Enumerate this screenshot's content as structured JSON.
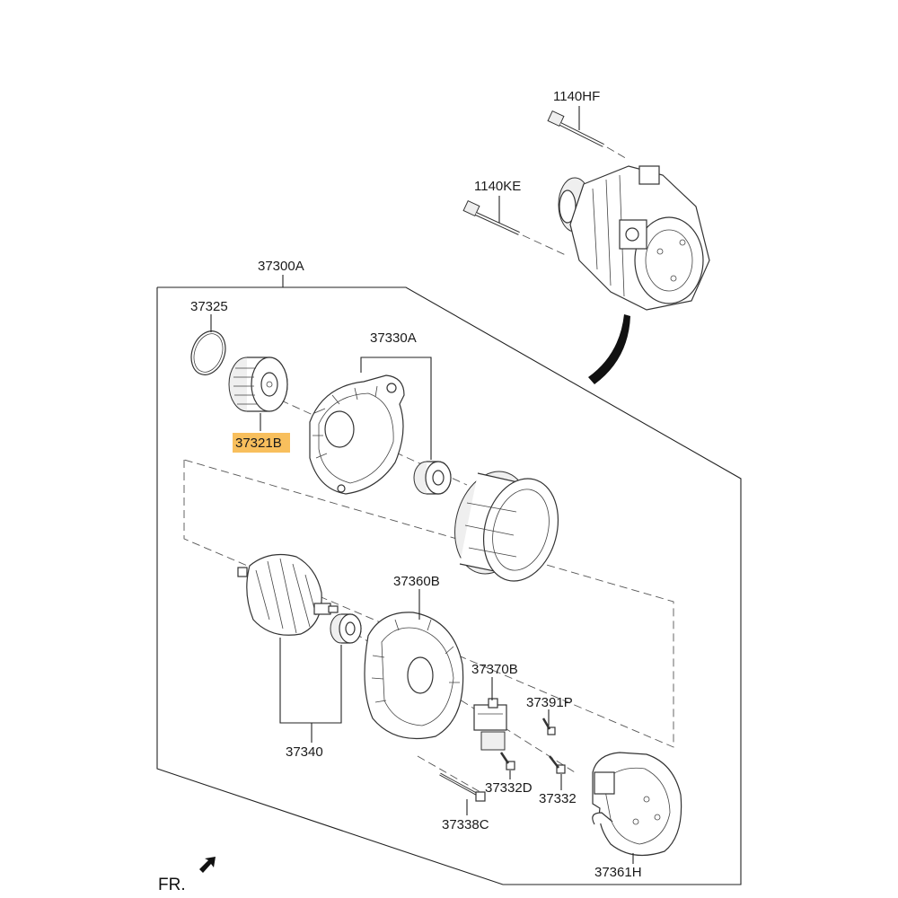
{
  "diagram": {
    "assembly_label": "37300A",
    "orientation_label": "FR.",
    "highlight_color": "#f7b84b",
    "parts": [
      {
        "id": "p1140hf",
        "label": "1140HF"
      },
      {
        "id": "p1140ke",
        "label": "1140KE"
      },
      {
        "id": "p37325",
        "label": "37325"
      },
      {
        "id": "p37321b",
        "label": "37321B",
        "highlighted": true
      },
      {
        "id": "p37330a",
        "label": "37330A"
      },
      {
        "id": "p37360b",
        "label": "37360B"
      },
      {
        "id": "p37370b",
        "label": "37370B"
      },
      {
        "id": "p37391p",
        "label": "37391P"
      },
      {
        "id": "p37340",
        "label": "37340"
      },
      {
        "id": "p37332d",
        "label": "37332D"
      },
      {
        "id": "p37332",
        "label": "37332"
      },
      {
        "id": "p37338c",
        "label": "37338C"
      },
      {
        "id": "p37361h",
        "label": "37361H"
      }
    ]
  }
}
